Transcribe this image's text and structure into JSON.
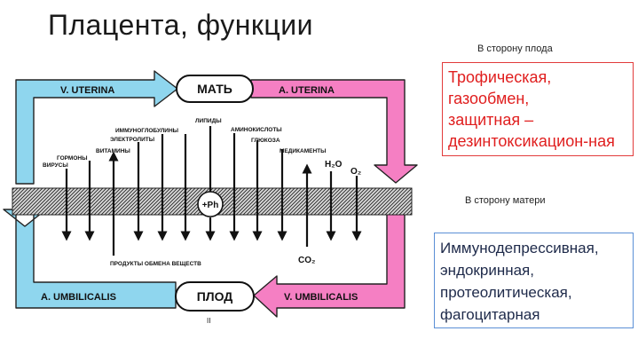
{
  "title": "Плацента, функции",
  "labels": {
    "toward_fetus": "В сторону плода",
    "toward_mother": "В сторону матери"
  },
  "fetal_box": {
    "lines": [
      "Трофическая,",
      "газообмен,",
      "защитная –",
      "дезинтоксикацион-ная"
    ]
  },
  "maternal_box": {
    "lines": [
      "Иммунодепрессивная,",
      "эндокринная,",
      "протеолитическая,",
      "фагоцитарная"
    ]
  },
  "diagram": {
    "mother": "МАТЬ",
    "fetus": "ПЛОД",
    "v_uterina": "V. UTERINA",
    "a_uterina": "A. UTERINA",
    "a_umbilicalis": "A. UMBILICALIS",
    "v_umbilicalis": "V. UMBILICALIS",
    "ph": "+Ph",
    "substances": {
      "viruses": "ВИРУСЫ",
      "hormones": "ГОРМОНЫ",
      "vitamins": "ВИТАМИНЫ",
      "electrolytes": "ЭЛЕКТРОЛИТЫ",
      "immunoglobulins": "ИММУНОГЛОБУЛИНЫ",
      "lipids": "ЛИПИДЫ",
      "amino_acids": "АМИНОКИСЛОТЫ",
      "glucose": "ГЛЮКОЗА",
      "medications": "МЕДИКАМЕНТЫ",
      "water": "H₂O",
      "oxygen": "O₂",
      "metabolic_products": "ПРОДУКТЫ ОБМЕНА ВЕЩЕСТВ",
      "co2": "CO₂"
    },
    "page_mark": "II"
  },
  "colors": {
    "maternal_vessel": "#8fd6ee",
    "fetal_vessel": "#f57fc3",
    "fetal_box_border": "#e23b3b",
    "maternal_box_border": "#5b8fd6"
  }
}
